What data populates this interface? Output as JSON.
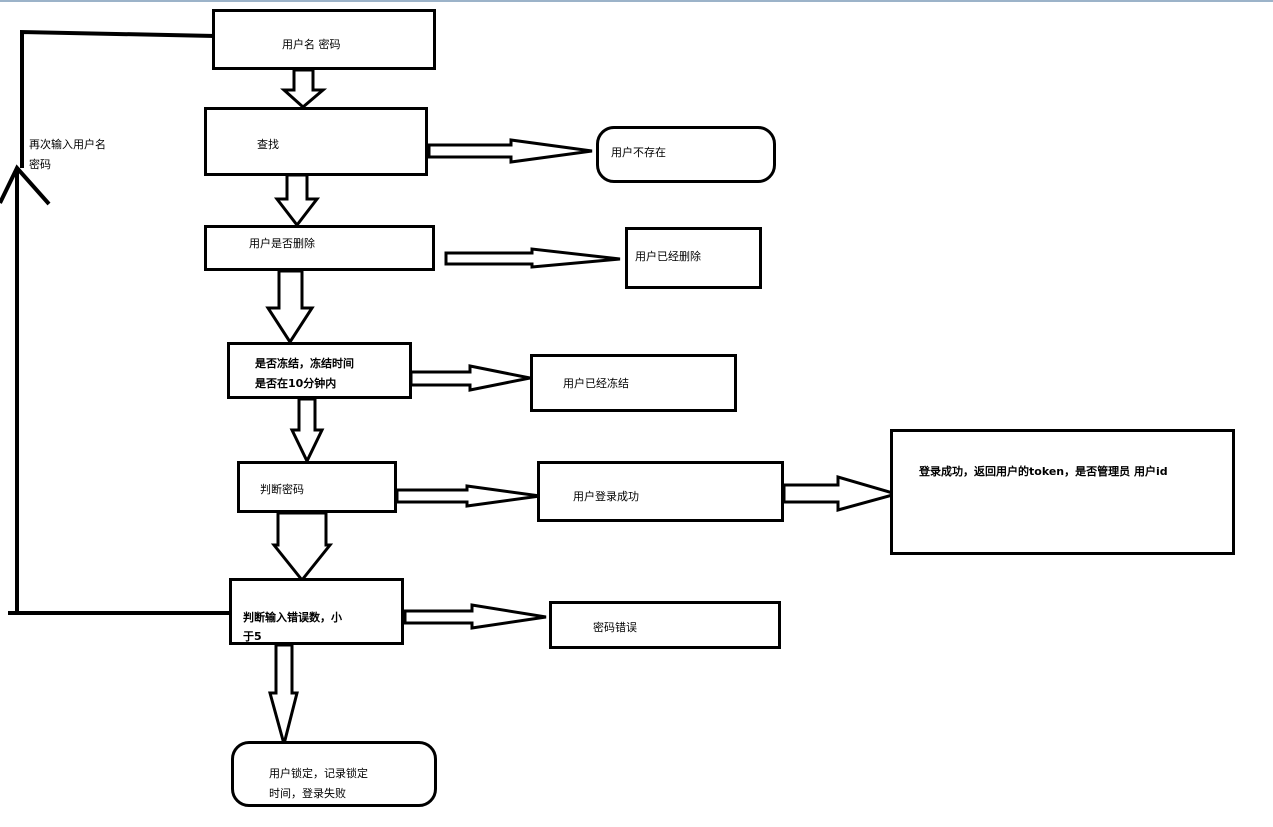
{
  "nodes": {
    "credentials": "用户名  密码",
    "lookup": "查找",
    "user_not_exist": "用户不存在",
    "is_deleted": "用户是否删除",
    "user_deleted": "用户已经删除",
    "freeze_check_line1": "是否冻结，冻结时间",
    "freeze_check_line2": "是否在10分钟内",
    "user_frozen": "用户已经冻结",
    "check_password": "判断密码",
    "login_success": "用户登录成功",
    "login_result": "登录成功，返回用户的token，是否管理员  用户id",
    "error_count_line1": "判断输入错误数，小",
    "error_count_line2": "于5",
    "wrong_password": "密码错误",
    "lock_line1": "用户锁定，记录锁定",
    "lock_line2": "时间，登录失败"
  },
  "loop_note_line1": "再次输入用户名",
  "loop_note_line2": "密码",
  "colors": {
    "stroke": "#000000",
    "background": "#ffffff",
    "top_border": "#9cb3c9"
  }
}
